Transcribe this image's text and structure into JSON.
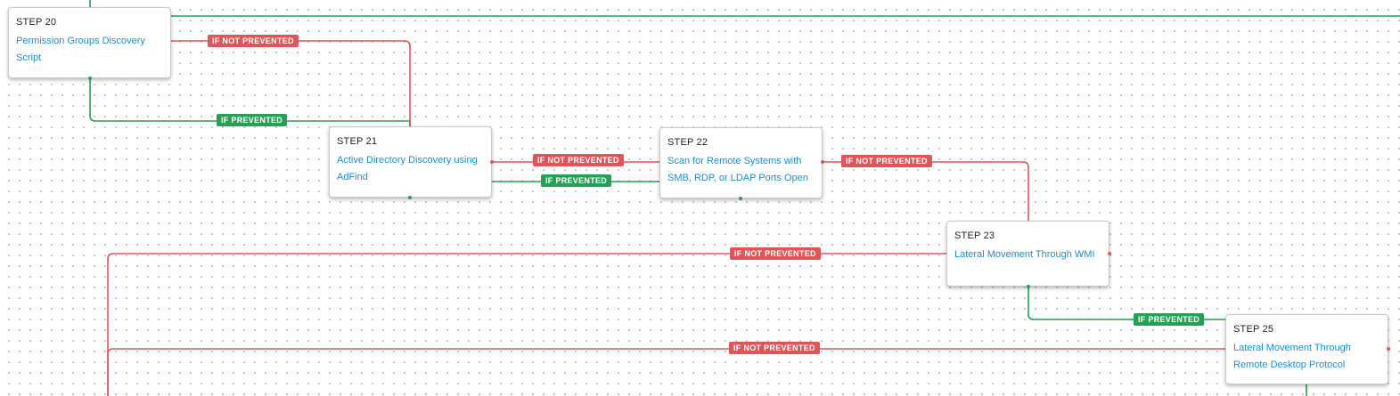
{
  "steps": {
    "s20": {
      "label": "STEP 20",
      "title": "Permission Groups Discovery Script"
    },
    "s21": {
      "label": "STEP 21",
      "title": "Active Directory Discovery using AdFind"
    },
    "s22": {
      "label": "STEP 22",
      "title": "Scan for Remote Systems with SMB, RDP, or LDAP Ports Open"
    },
    "s23": {
      "label": "STEP 23",
      "title": "Lateral Movement Through WMI"
    },
    "s25": {
      "label": "STEP 25",
      "title": "Lateral Movement Through Remote Desktop Protocol"
    }
  },
  "edge_labels": {
    "not_prevented": "IF NOT PREVENTED",
    "prevented": "IF PREVENTED"
  },
  "colors": {
    "not_prevented": "#e05557",
    "prevented": "#25a055",
    "step_title": "#1a8fd0"
  }
}
